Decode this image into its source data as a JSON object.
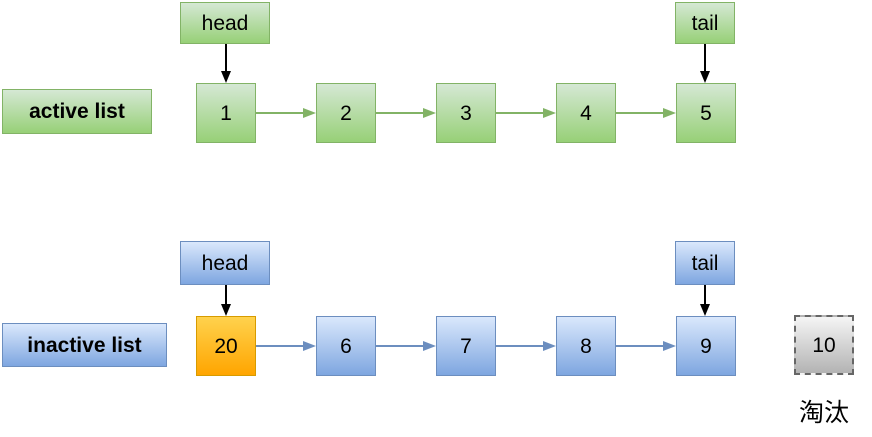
{
  "active_list": {
    "label": "active list",
    "head_label": "head",
    "tail_label": "tail",
    "nodes": [
      "1",
      "2",
      "3",
      "4",
      "5"
    ]
  },
  "inactive_list": {
    "label": "inactive list",
    "head_label": "head",
    "tail_label": "tail",
    "nodes": [
      "20",
      "6",
      "7",
      "8",
      "9"
    ],
    "highlighted_node": "20"
  },
  "evicted": {
    "value": "10",
    "caption": "淘汰"
  },
  "colors": {
    "green_fill_top": "#d5e8d4",
    "green_fill_bottom": "#97d077",
    "green_stroke": "#82b366",
    "blue_fill_top": "#dae8fc",
    "blue_fill_bottom": "#7ea6e0",
    "blue_stroke": "#6c8ebf",
    "orange_fill_top": "#ffd24d",
    "orange_fill_bottom": "#ffa500",
    "orange_stroke": "#d79b00",
    "gray_fill_top": "#f5f5f5",
    "gray_fill_bottom": "#b3b3b3",
    "gray_stroke": "#666666",
    "arrow_black": "#000000"
  }
}
